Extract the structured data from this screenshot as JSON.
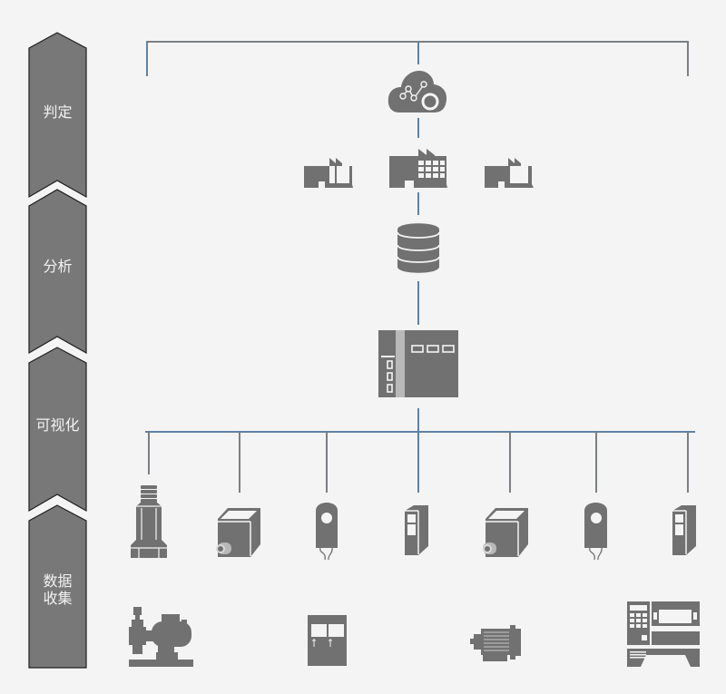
{
  "stages": [
    {
      "id": "judgement",
      "lines": [
        "判定"
      ]
    },
    {
      "id": "analysis",
      "lines": [
        "分析"
      ]
    },
    {
      "id": "visualization",
      "lines": [
        "可视化"
      ]
    },
    {
      "id": "data-collection",
      "lines": [
        "数据",
        "收集"
      ]
    }
  ],
  "colors": {
    "background": "#f4f4f4",
    "stage_fill": "#787878",
    "stage_outline": "#1e1e1e",
    "icon_fill": "#717171",
    "line_gray": "#7b7f84",
    "line_blue": "#5f82a3"
  },
  "top_tier": {
    "icon": "cloud-analytics-icon",
    "factories": [
      "factory-icon",
      "factory-main-icon",
      "factory-icon"
    ]
  },
  "storage": {
    "icon": "database-icon"
  },
  "gateway": {
    "icon": "controller-icon"
  },
  "sensors": [
    "vibration-sensor-icon",
    "camera-sensor-icon",
    "proximity-sensor-icon",
    "io-module-icon",
    "camera-sensor-icon",
    "proximity-sensor-icon",
    "io-module-icon"
  ],
  "machines": [
    "pump-icon",
    "cabinet-icon",
    "motor-icon",
    "cnc-machine-icon"
  ]
}
